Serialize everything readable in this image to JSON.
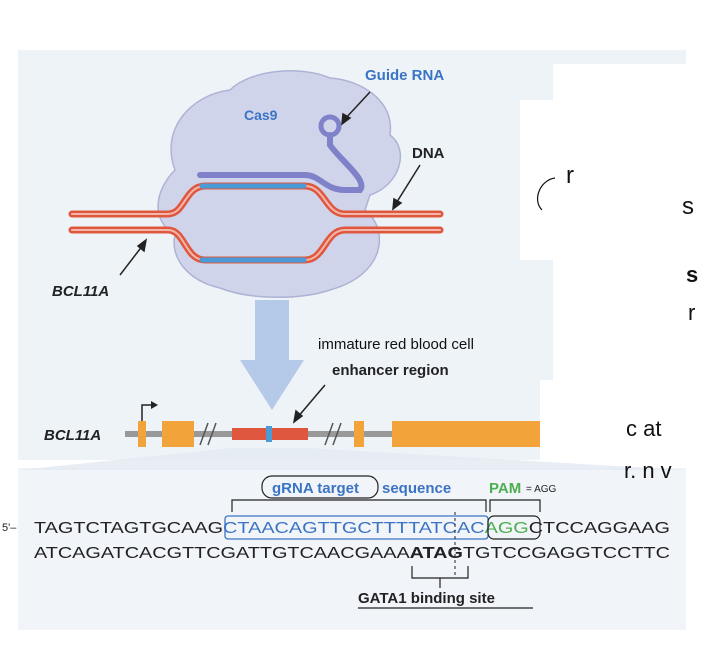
{
  "labels": {
    "guide_rna": "Guide RNA",
    "cas9": "Cas9",
    "dna": "DNA",
    "bcl11a_top": "BCL11A",
    "cell_note": "immature red blood cell",
    "enhancer": "enhancer region",
    "bcl11a_gene": "BCL11A",
    "grna_target": "gRNA target",
    "sequence_word": "sequence",
    "pam": "PAM",
    "pam_note": "= AGG",
    "five_prime": "5'–",
    "gata1": "GATA1 binding site"
  },
  "sequence": {
    "top_prefix": "TAGTCTAGTGCAAG",
    "top_target": "CTAACAGTTGCTTTTATCAC",
    "top_pam": "AGG",
    "top_suffix": "CTCCAGGAAG",
    "bottom_prefix": "ATCAGATCACGTTCGATTGTCAACGAAA",
    "bottom_bold": "ATA",
    "bottom_bold2": "G",
    "bottom_suffix": "TGTCCGAGGTCCTTC"
  },
  "right_fragments": {
    "f1": "r",
    "f2": "s",
    "f3": "s",
    "f4": "r",
    "f5": "c  at",
    "f6": "r.      n v"
  },
  "colors": {
    "panel_bg": "#eef3f8",
    "cas9": "#c9cfe6",
    "dna_red": "#e0573f",
    "strand_blue": "#4a9bd8",
    "guide_purple": "#8c8fd0",
    "gene_orange": "#f2a43a",
    "pam_green": "#4caf50",
    "label_blue": "#3b74c4"
  }
}
